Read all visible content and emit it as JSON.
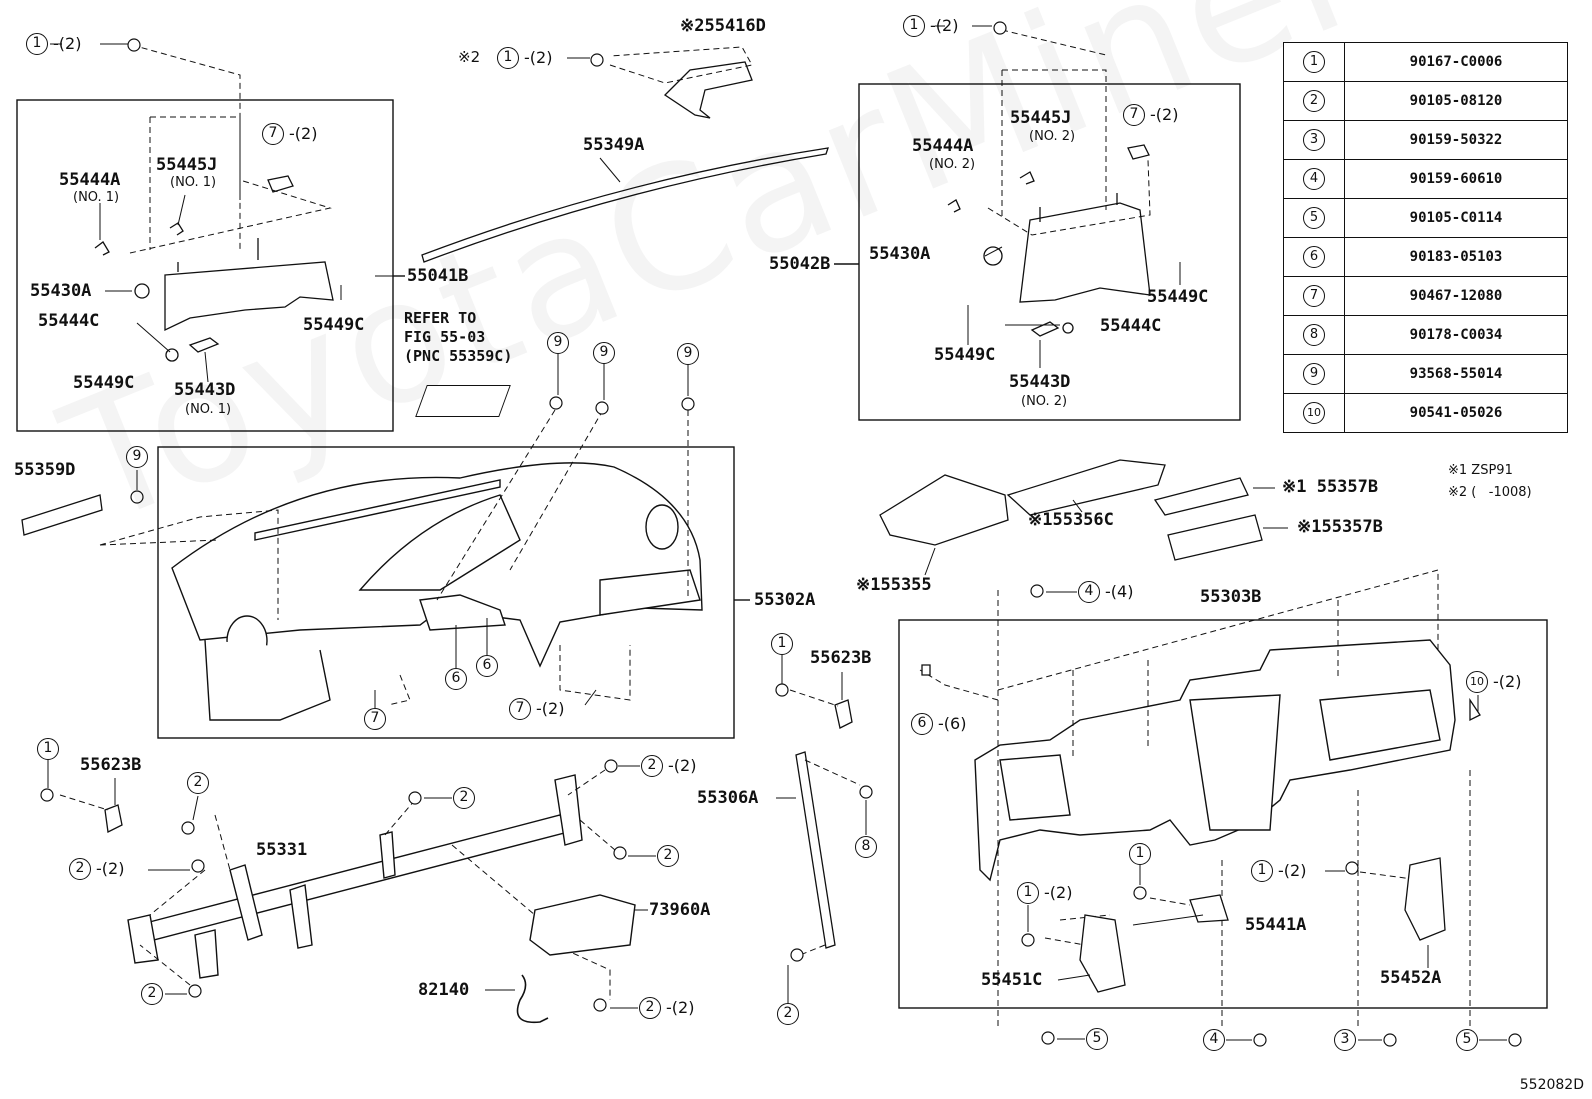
{
  "figure_id": "552082D",
  "watermark": "ToyotaCarMiner",
  "legend": [
    {
      "key": "1",
      "part": "90167-C0006"
    },
    {
      "key": "2",
      "part": "90105-08120"
    },
    {
      "key": "3",
      "part": "90159-50322"
    },
    {
      "key": "4",
      "part": "90159-60610"
    },
    {
      "key": "5",
      "part": "90105-C0114"
    },
    {
      "key": "6",
      "part": "90183-05103"
    },
    {
      "key": "7",
      "part": "90467-12080"
    },
    {
      "key": "8",
      "part": "90178-C0034"
    },
    {
      "key": "9",
      "part": "93568-55014"
    },
    {
      "key": "10",
      "part": "90541-05026"
    }
  ],
  "notes": {
    "n1": "※1 ZSP91",
    "n2": "※2 (   -1008)"
  },
  "refer": "REFER TO\nFIG 55-03\n(PNC 55359C)",
  "parts": {
    "p55416D": "※255416D",
    "p55349A": "55349A",
    "p55041B": "55041B",
    "p55042B": "55042B",
    "p55444A_l": "55444A",
    "no1_a": "(NO. 1)",
    "p55445J_l": "55445J",
    "no1_b": "(NO. 1)",
    "p55430A_l": "55430A",
    "p55444C_l": "55444C",
    "p55449C_l1": "55449C",
    "p55449C_l2": "55449C",
    "p55443D_l": "55443D",
    "no1_c": "(NO. 1)",
    "p55444A_r": "55444A",
    "no2_a": "(NO. 2)",
    "p55445J_r": "55445J",
    "no2_b": "(NO. 2)",
    "p55430A_r": "55430A",
    "p55449C_r1": "55449C",
    "p55449C_r2": "55449C",
    "p55444C_r": "55444C",
    "p55443D_r": "55443D",
    "no2_c": "(NO. 2)",
    "p55359D": "55359D",
    "p55302A": "55302A",
    "p55355": "※155355",
    "p55356C": "※155356C",
    "p55357B_1": "※1 55357B",
    "p55357B_2": "※155357B",
    "p55303B": "55303B",
    "p55623B_r": "55623B",
    "p55623B_l": "55623B",
    "p55306A": "55306A",
    "p55331": "55331",
    "p73960A": "73960A",
    "p82140": "82140",
    "p55441A": "55441A",
    "p55451C": "55451C",
    "p55452A": "55452A",
    "note2_prefix": "※2"
  },
  "qty": {
    "q2": "-(2)",
    "q4": "-(4)",
    "q6": "-(6)"
  }
}
